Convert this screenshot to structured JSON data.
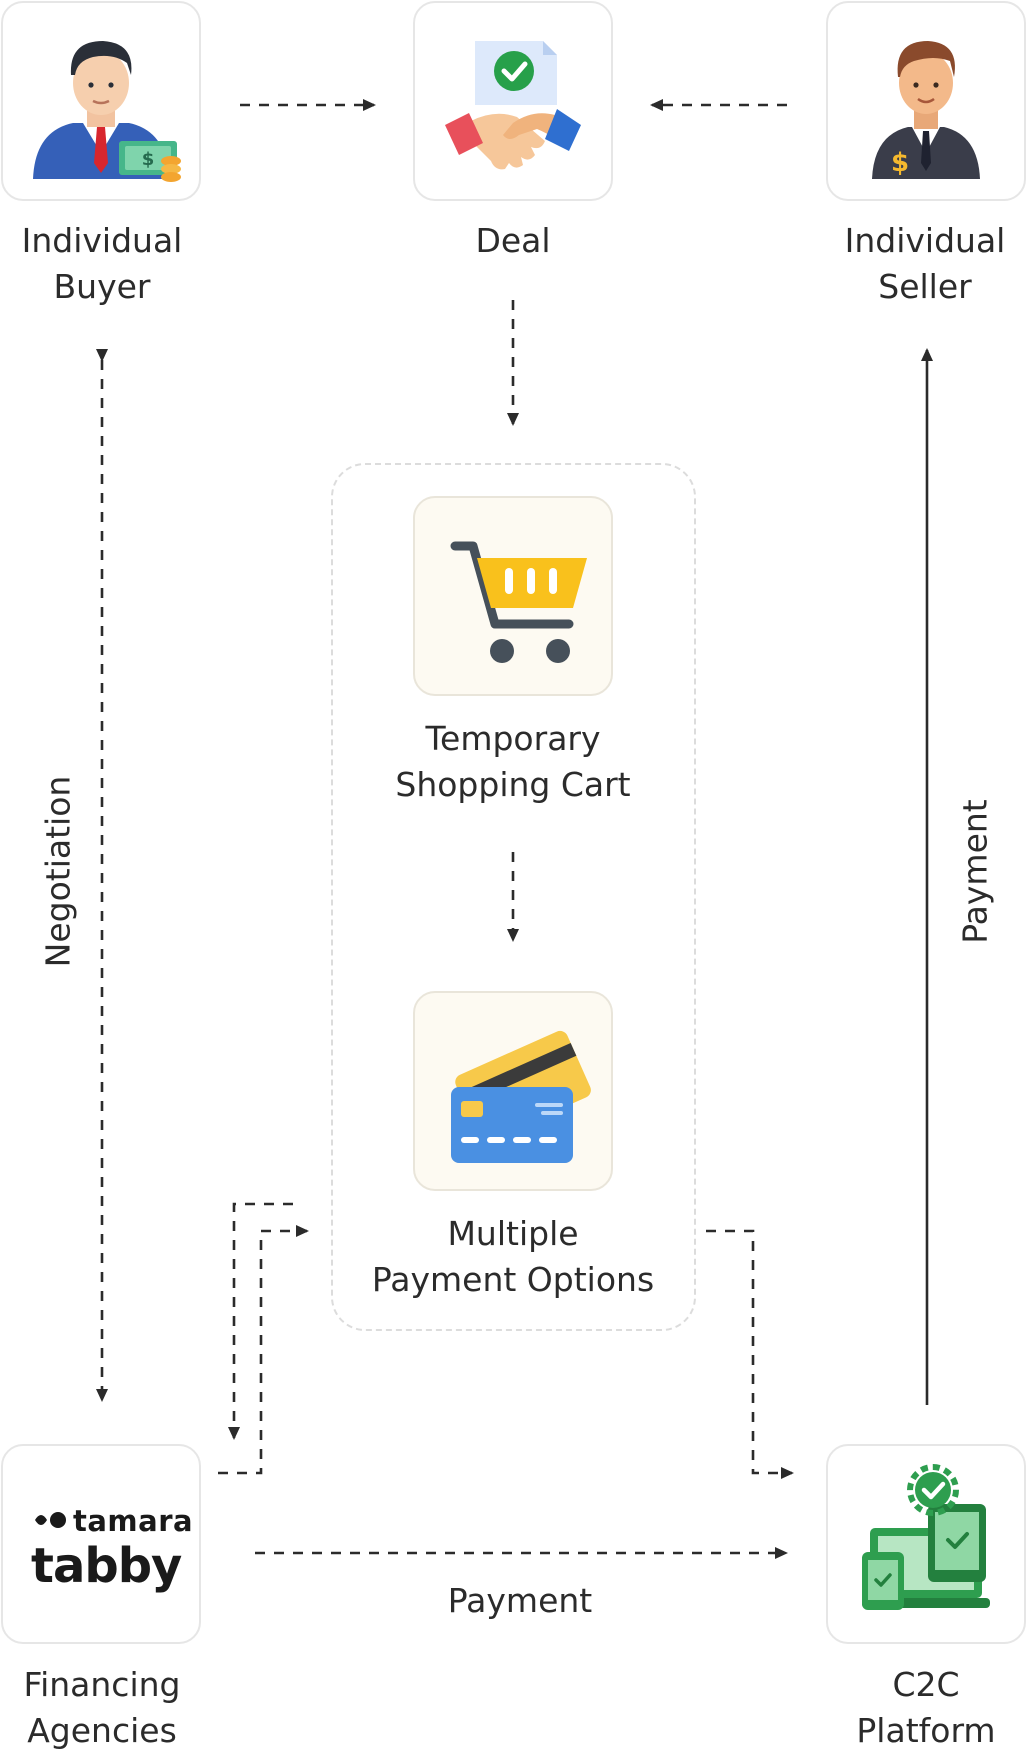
{
  "nodes": {
    "buyer": {
      "line1": "Individual",
      "line2": "Buyer"
    },
    "deal": {
      "line1": "Deal"
    },
    "seller": {
      "line1": "Individual",
      "line2": "Seller"
    },
    "cart": {
      "line1": "Temporary",
      "line2": "Shopping Cart"
    },
    "payment_options": {
      "line1": "Multiple",
      "line2": "Payment Options"
    },
    "financing": {
      "line1": "Financing",
      "line2": "Agencies",
      "brand1": "tamara",
      "brand2": "tabby"
    },
    "platform": {
      "line1": "C2C",
      "line2": "Platform"
    }
  },
  "edges": {
    "negotiation": "Negotiation",
    "payment_to_seller": "Payment",
    "payment_to_platform": "Payment"
  },
  "colors": {
    "line": "#2b2b2b",
    "card_border": "#e6e6e6",
    "cart_yellow": "#f9c11c",
    "card_blue": "#4a90e2",
    "platform_green": "#2e9e4f"
  }
}
